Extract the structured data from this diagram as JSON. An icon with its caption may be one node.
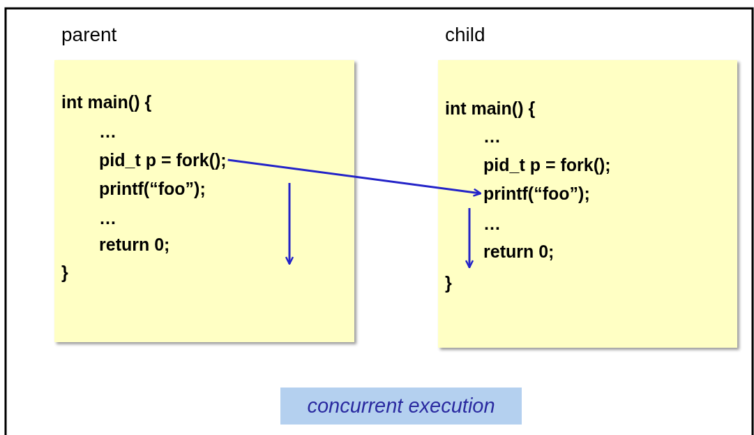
{
  "diagram": {
    "nodes": [
      {
        "text": [
          "parent"
        ]
      },
      {
        "text": [
          "int main() {"
        ],
        "in": 0
      },
      {
        "text": [
          "…"
        ],
        "in": 0
      },
      {
        "text": [
          "pid_t p = fork();"
        ],
        "in": 0
      },
      {
        "text": [
          "printf(“foo”);"
        ],
        "in": 0
      },
      {
        "text": [
          "…"
        ],
        "in": 0
      },
      {
        "text": [
          "return 0;"
        ],
        "in": 0
      },
      {
        "text": [
          "}"
        ],
        "in": 0
      },
      {
        "text": [
          "child"
        ]
      },
      {
        "text": [
          "int main() {"
        ],
        "in": 8
      },
      {
        "text": [
          "…"
        ],
        "in": 8
      },
      {
        "text": [
          "pid_t p = fork();"
        ],
        "in": 8
      },
      {
        "text": [
          "printf(“foo”);"
        ],
        "in": 8
      },
      {
        "text": [
          "…"
        ],
        "in": 8
      },
      {
        "text": [
          "return 0;"
        ],
        "in": 8
      },
      {
        "text": [
          "}"
        ],
        "in": 8
      },
      {
        "text": [
          "concurrent execution"
        ]
      }
    ],
    "edges": [
      {
        "from": 3,
        "to": 12,
        "arrow": "to"
      }
    ]
  }
}
